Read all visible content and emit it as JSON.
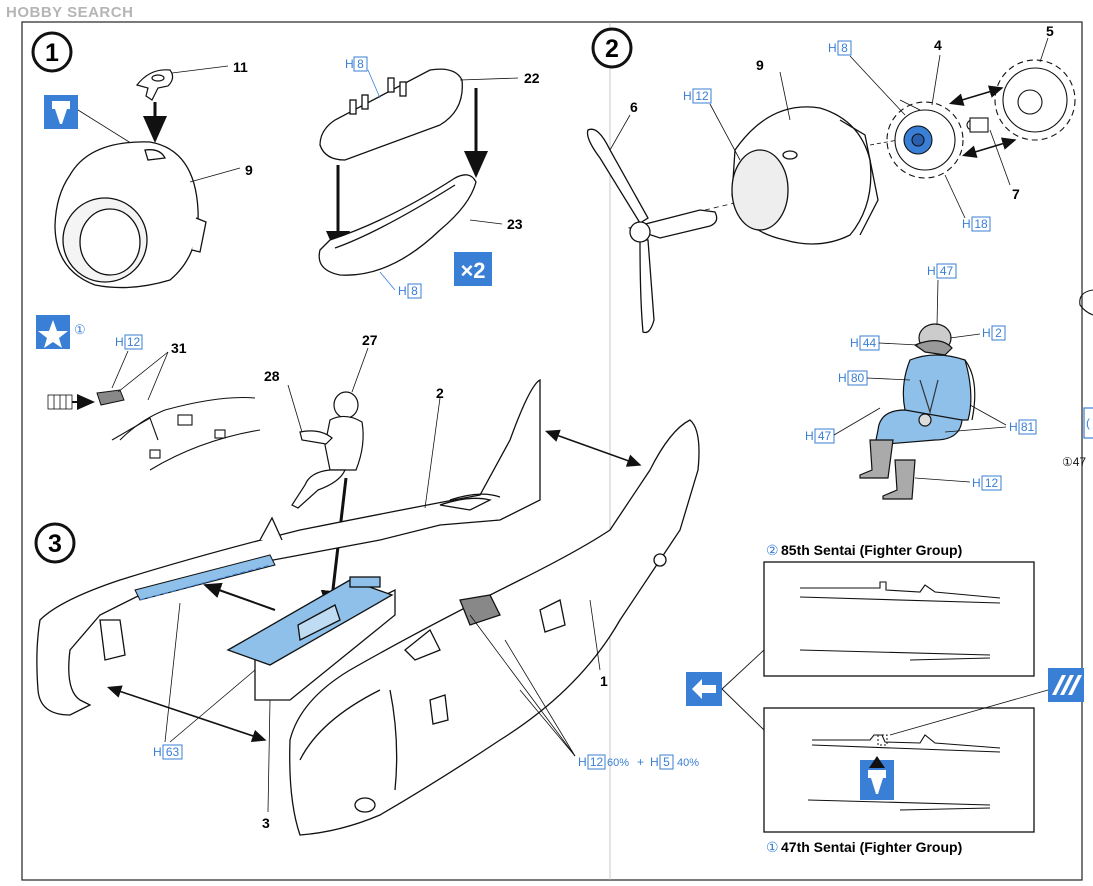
{
  "watermark": {
    "brand": "HOBBY SEARCH"
  },
  "colors": {
    "accent_blue": "#3a7fd6",
    "light_blue": "#8fc0ea",
    "ink": "#111111"
  },
  "steps": {
    "s1": "1",
    "s2": "2",
    "s3": "3"
  },
  "icons": {
    "step1_glue": "glue-tube-icon",
    "step3_decal": "star-decal-icon",
    "decal_sub": "①",
    "swap": "swap-arrows-icon",
    "cut": "cutter-icon"
  },
  "multiplier": "×2",
  "parts": {
    "p11": "11",
    "p9": "9",
    "p22": "22",
    "p23": "23",
    "p6": "6",
    "p9b": "9",
    "p4": "4",
    "p5": "5",
    "p7": "7",
    "p27": "27",
    "p28": "28",
    "p31": "31",
    "p2": "2",
    "p1": "1",
    "p3": "3"
  },
  "paint": {
    "h8a": {
      "prefix": "H",
      "code": "8"
    },
    "h8b": {
      "prefix": "H",
      "code": "8"
    },
    "h12a": {
      "prefix": "H",
      "code": "12"
    },
    "h8c": {
      "prefix": "H",
      "code": "8"
    },
    "h18": {
      "prefix": "H",
      "code": "18"
    },
    "h12b": {
      "prefix": "H",
      "code": "12"
    },
    "h47a": {
      "prefix": "H",
      "code": "47"
    },
    "h2": {
      "prefix": "H",
      "code": "2"
    },
    "h44": {
      "prefix": "H",
      "code": "44"
    },
    "h80": {
      "prefix": "H",
      "code": "80"
    },
    "h47b": {
      "prefix": "H",
      "code": "47"
    },
    "h81": {
      "prefix": "H",
      "code": "81"
    },
    "h12c": {
      "prefix": "H",
      "code": "12"
    },
    "h63": {
      "prefix": "H",
      "code": "63"
    },
    "mix": {
      "prefix1": "H",
      "code1": "12",
      "pct1": "60%",
      "plus": "+",
      "prefix2": "H",
      "code2": "5",
      "pct2": "40%"
    }
  },
  "variants": {
    "top": {
      "num": "②",
      "label": "85th  Sentai  (Fighter Group)"
    },
    "bottom": {
      "num": "①",
      "label": "47th  Sentai  (Fighter Group)"
    }
  },
  "edge": {
    "ref": "①47",
    "extra": "("
  }
}
